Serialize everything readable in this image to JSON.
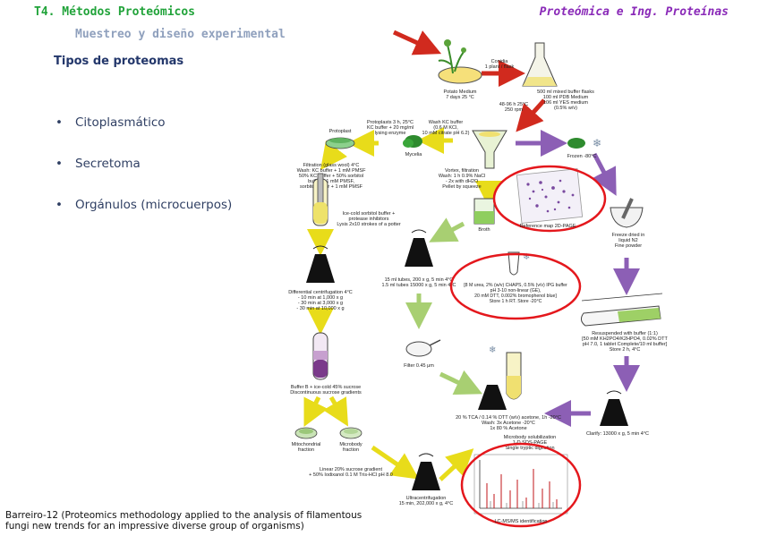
{
  "header": {
    "course": "T4. Métodos Proteómicos",
    "subject": "Proteómica e Ing. Proteínas"
  },
  "subtitle": "Muestreo y diseño experimental",
  "section_title": "Tipos de proteomas",
  "bullets": [
    "Citoplasmático",
    "Secretoma",
    "Orgánulos (microcuerpos)"
  ],
  "caption": {
    "line1": "Barreiro-12 (Proteomics methodology applied to the analysis of filamentous",
    "line2": "fungi new trends for an impressive diverse group of organisms)"
  },
  "diagram": {
    "labels": {
      "potato_medium": "Potato Medium",
      "potato_medium_2": "7 days 25 °C",
      "conidia": "Conidia",
      "conidia_2": "1 plant / flask",
      "flask_medium": "500 ml mixed buffer flasks",
      "flask_medium_2": "100 ml PDB Medium",
      "flask_medium_3": "106 ml YES medium",
      "flask_medium_4": "(0.5% w/v)",
      "incubation": "48-96 h 25°C",
      "incubation_2": "250 rpm",
      "wash": "Wash KC buffer",
      "wash_2": "(0.6 M KCl,",
      "wash_3": "10 mM citrate pH 6.2)",
      "protoplasts": "Protoplasts 3 h, 25°C",
      "protoplasts_2": "KC buffer + 20 mg/ml",
      "protoplasts_3": "lysing enzyme",
      "mycelia": "Mycelia",
      "protoplast_label": "Protoplast",
      "vortex_filtration": "Vortex, filtration",
      "vortex_filtration_2": "Wash: 1 h 0.9% NaCl",
      "vortex_filtration_3": "- 2x with dH2O",
      "vortex_filtration_4": "Pellet by squeeze",
      "broth": "Broth",
      "frozen": "Frozen -80°C",
      "filtration_wash": "Filtration (glass wool) 4°C",
      "filtration_wash_2": "Wash: KC buffer + 1 mM PMSF",
      "filtration_wash_3": "50% KC buffer + 50% sorbitol",
      "filtration_wash_4": "buffer + 1 mM PMSF,",
      "filtration_wash_5": "sorbitol buffer + 1 mM PMSF",
      "lysis": "Ice-cold sorbitol buffer +",
      "lysis_2": "protease inhibitors",
      "lysis_3": "Lysis 2x10 strokes of a potter",
      "gel_2d": "Reference map 2D-PAGE",
      "fine_powder": "Freeze dried in",
      "fine_powder_2": "liquid N2",
      "fine_powder_3": "Fine powder",
      "centrifuge_tubes": "15 ml tubes, 200 x g, 5 min 4°C",
      "centrifuge_tubes_2": "1.5 ml tubes 15000 x g, 5 min 4°C",
      "diff_cent": "Differential centrifugation 4°C",
      "diff_cent_2": "- 10 min at 1,000 x g",
      "diff_cent_3": "- 30 min at 3,000 x g",
      "diff_cent_4": "- 30 min at 10,000 x g",
      "iso_buffer": "[8 M urea, 2% (w/v) CHAPS, 0.5% (v/v) IPG buffer",
      "iso_buffer_2": "pH 3-10 non-linear (GE),",
      "iso_buffer_3": "20 mM DTT, 0.002% bromophenol blue]",
      "iso_buffer_4": "Store 1 h RT. Store -20°C",
      "filter": "Filter 0.45 μm",
      "grind": "Resuspended with buffer (1:1)",
      "grind_2": "[50 mM KH2PO4/K2HPO4, 0.02% DTT",
      "grind_3": "pH 7.0, 1 tablet Complete/10 ml buffer]",
      "grind_4": "Store 2 h, 4°C",
      "sucrose": "Buffer B + ice-cold 45% sucrose",
      "sucrose_2": "Discontinuous sucrose gradients",
      "tca": "20 % TCA / 0.14 % DTT (w/v) acetone, 1h -20°C",
      "tca_2": "Wash: 3x Acetone -20°C",
      "tca_3": "1x 80 % Acetone",
      "clarify": "Clarify: 13000 x g, 5 min 4°C",
      "mito_fraction": "Mitochondrial",
      "mito_fraction_2": "fraction",
      "micro_fraction": "Microbody",
      "micro_fraction_2": "fraction",
      "gradient": "Linear 20% sucrose gradient",
      "gradient_2": "+ 50% Iodixanol 0.1 M Tris-HCl pH 8.0",
      "ultra": "Ultracentrifugation",
      "ultra_2": "15 min, 202,000 x g, 4°C",
      "microbody": "Microbody solubilization",
      "microbody_2": "1-D SDS-PAGE",
      "microbody_3": "Single tryptic digestion",
      "lcms": "LC-MS/MS identification"
    }
  }
}
